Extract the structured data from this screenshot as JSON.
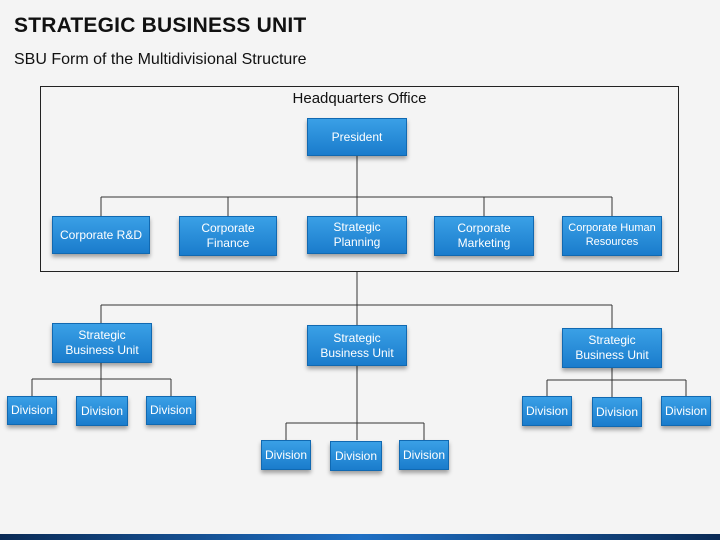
{
  "slide": {
    "title": "STRATEGIC BUSINESS UNIT",
    "subtitle": "SBU Form of the Multidivisional Structure"
  },
  "hq": {
    "label": "Headquarters Office",
    "president": "President",
    "departments": [
      "Corporate R&D",
      "Corporate Finance",
      "Strategic Planning",
      "Corporate Marketing",
      "Corporate Human Resources"
    ]
  },
  "sbus": [
    {
      "label": "Strategic Business Unit",
      "divisions": [
        "Division",
        "Division",
        "Division"
      ]
    },
    {
      "label": "Strategic Business Unit",
      "divisions": [
        "Division",
        "Division",
        "Division"
      ]
    },
    {
      "label": "Strategic Business Unit",
      "divisions": [
        "Division",
        "Division",
        "Division"
      ]
    }
  ],
  "colors": {
    "box_top": "#3aa0e6",
    "box_bottom": "#1a7ccc",
    "connector": "#333333"
  }
}
